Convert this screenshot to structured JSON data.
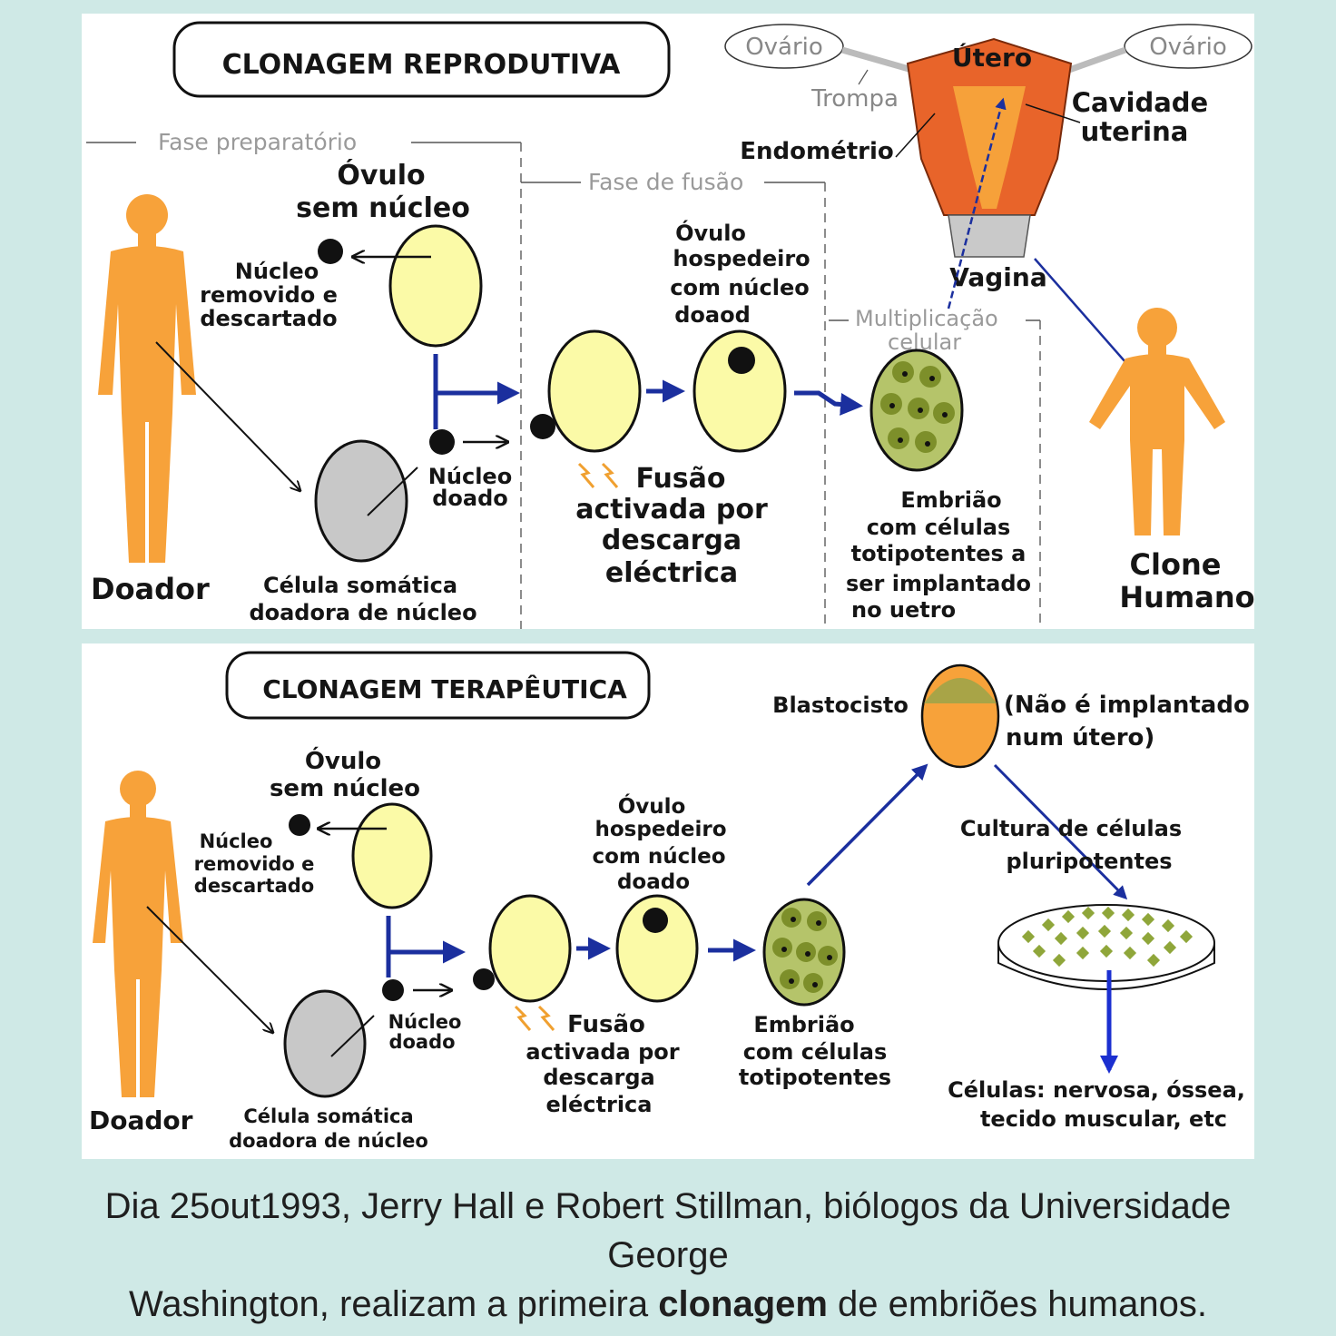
{
  "reproductive": {
    "title": "CLONAGEM REPRODUTIVA",
    "phase_prep": "Fase preparatório",
    "phase_fusion": "Fase de fusão",
    "phase_mult_1": "Multiplicação",
    "phase_mult_2": "celular",
    "ovum_1": "Óvulo",
    "ovum_2": "sem núcleo",
    "removed_1": "Núcleo",
    "removed_2": "removido e",
    "removed_3": "descartado",
    "donated_1": "Núcleo",
    "donated_2": "doado",
    "host_1": "Óvulo",
    "host_2": "hospedeiro",
    "host_3": "com núcleo",
    "host_4": "doaod",
    "fusion_1": "Fusão",
    "fusion_2": "activada por",
    "fusion_3": "descarga",
    "fusion_4": "eléctrica",
    "embryo_1": "Embrião",
    "embryo_2": "com células",
    "embryo_3": "totipotentes a",
    "embryo_4": "ser implantado",
    "embryo_5": "no uetro",
    "donor": "Doador",
    "somatic_1": "Célula somática",
    "somatic_2": "doadora de núcleo",
    "ovary_left": "Ovário",
    "ovary_right": "Ovário",
    "uterus": "Útero",
    "tube": "Trompa",
    "cavity_1": "Cavidade",
    "cavity_2": "uterina",
    "endometrium": "Endométrio",
    "vagina": "Vagina",
    "clone_1": "Clone",
    "clone_2": "Humano"
  },
  "therapeutic": {
    "title": "CLONAGEM TERAPÊUTICA",
    "ovum_1": "Óvulo",
    "ovum_2": "sem núcleo",
    "removed_1": "Núcleo",
    "removed_2": "removido e",
    "removed_3": "descartado",
    "donated_1": "Núcleo",
    "donated_2": "doado",
    "host_1": "Óvulo",
    "host_2": "hospedeiro",
    "host_3": "com núcleo",
    "host_4": "doado",
    "fusion_1": "Fusão",
    "fusion_2": "activada por",
    "fusion_3": "descarga",
    "fusion_4": "eléctrica",
    "embryo_1": "Embrião",
    "embryo_2": "com células",
    "embryo_3": "totipotentes",
    "donor": "Doador",
    "somatic_1": "Célula somática",
    "somatic_2": "doadora de núcleo",
    "blastocyst": "Blastocisto",
    "not_implanted_1": "(Não é implantado",
    "not_implanted_2": "num útero)",
    "culture_1": "Cultura de células",
    "culture_2": "pluripotentes",
    "cells_1": "Células: nervosa, óssea,",
    "cells_2": "tecido muscular, etc"
  },
  "caption": {
    "line1": "Dia 25out1993, Jerry Hall e Robert Stillman, biólogos da Universidade George",
    "line2_pre": "Washington, realizam a primeira ",
    "line2_bold": "clonagem",
    "line2_post": " de embriões humanos."
  },
  "colors": {
    "background": "#cfe9e6",
    "human": "#f7a23a",
    "ovum": "#fbfaa7",
    "somatic_cell": "#c8c8c8",
    "arrow": "#1b2f9e",
    "uterus": "#e8642a",
    "embryo_cells": "#8fa63a"
  }
}
